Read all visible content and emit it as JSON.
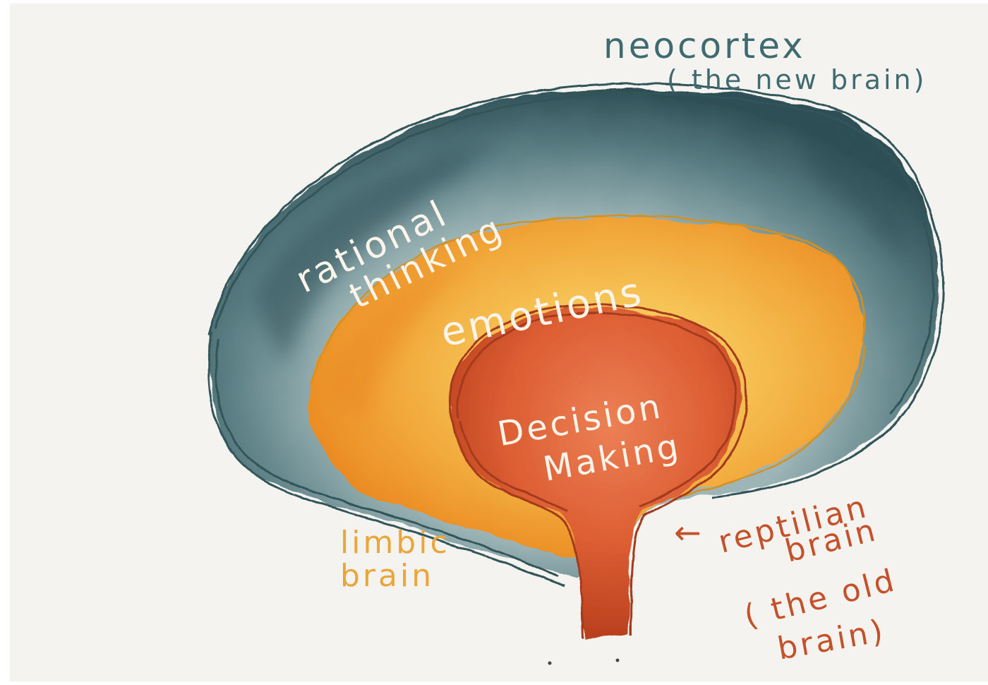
{
  "diagram": {
    "labels": {
      "neocortex": "neocortex",
      "neocortex_note": "( the new brain)",
      "rational": "rational",
      "thinking": "thinking",
      "emotions": "emotions",
      "decision": "Decision",
      "making": "Making",
      "limbic_1": "limbic",
      "limbic_2": "brain",
      "reptilian_arrow": "←",
      "reptilian_1": "reptilian",
      "reptilian_2": "brain",
      "reptilian_3": "( the old",
      "reptilian_4": "brain)"
    },
    "colors": {
      "paper": "#f5f3ef",
      "neocortex_dark": "#2f5056",
      "neocortex_light": "#7e9da2",
      "limbic_dark": "#e88a1e",
      "limbic_light": "#f6c24f",
      "reptilian_dark": "#b8401d",
      "reptilian_light": "#e9714a",
      "outline_blue": "#30545a",
      "outline_red": "#a33a1c"
    }
  }
}
